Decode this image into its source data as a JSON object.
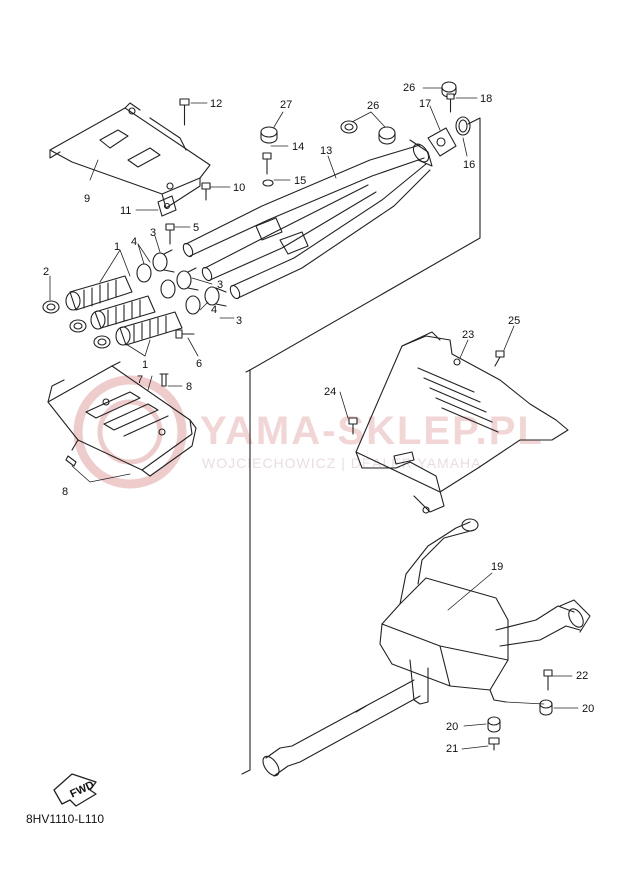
{
  "diagram": {
    "figure_code": "8HV1110-L110",
    "fwd_label": "FWD",
    "watermark": {
      "brand": "YAMA-SKLEP.PL",
      "subtitle": "WOJCIECHOWICZ | DEALER YAMAHA",
      "color": "#e0a0a0"
    },
    "line_color": "#222222",
    "parts": [
      {
        "id": "p1a",
        "label": "1"
      },
      {
        "id": "p1b",
        "label": "1"
      },
      {
        "id": "p2",
        "label": "2"
      },
      {
        "id": "p3a",
        "label": "3"
      },
      {
        "id": "p3b",
        "label": "3"
      },
      {
        "id": "p3c",
        "label": "3"
      },
      {
        "id": "p4a",
        "label": "4"
      },
      {
        "id": "p4b",
        "label": "4"
      },
      {
        "id": "p5",
        "label": "5"
      },
      {
        "id": "p6",
        "label": "6"
      },
      {
        "id": "p7",
        "label": "7"
      },
      {
        "id": "p8a",
        "label": "8"
      },
      {
        "id": "p8b",
        "label": "8"
      },
      {
        "id": "p9",
        "label": "9"
      },
      {
        "id": "p10",
        "label": "10"
      },
      {
        "id": "p11",
        "label": "11"
      },
      {
        "id": "p12",
        "label": "12"
      },
      {
        "id": "p13",
        "label": "13"
      },
      {
        "id": "p14",
        "label": "14"
      },
      {
        "id": "p15",
        "label": "15"
      },
      {
        "id": "p16",
        "label": "16"
      },
      {
        "id": "p17",
        "label": "17"
      },
      {
        "id": "p18",
        "label": "18"
      },
      {
        "id": "p19",
        "label": "19"
      },
      {
        "id": "p20a",
        "label": "20"
      },
      {
        "id": "p20b",
        "label": "20"
      },
      {
        "id": "p21",
        "label": "21"
      },
      {
        "id": "p22",
        "label": "22"
      },
      {
        "id": "p23",
        "label": "23"
      },
      {
        "id": "p24",
        "label": "24"
      },
      {
        "id": "p25",
        "label": "25"
      },
      {
        "id": "p26a",
        "label": "26"
      },
      {
        "id": "p26b",
        "label": "26"
      },
      {
        "id": "p27",
        "label": "27"
      }
    ]
  }
}
